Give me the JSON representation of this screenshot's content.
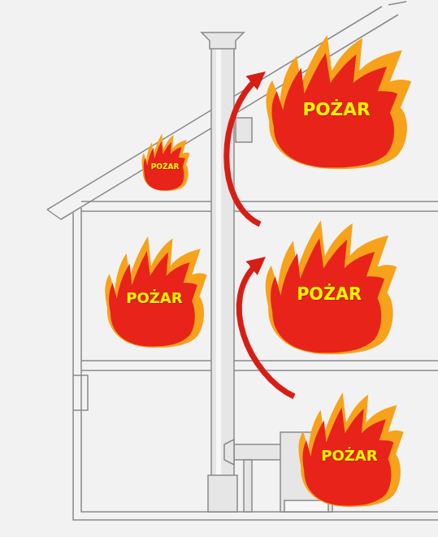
{
  "diagram": {
    "nodes": [
      {
        "text": [
          "POŻAR"
        ]
      },
      {
        "text": [
          "POŻAR"
        ]
      },
      {
        "text": [
          "POŻAR"
        ]
      },
      {
        "text": [
          "POŻAR"
        ]
      },
      {
        "text": [
          "POŻAR"
        ]
      }
    ],
    "edges": [
      {
        "from": 4,
        "to": 3,
        "arrow": "to"
      },
      {
        "from": 3,
        "to": 0,
        "arrow": "to"
      }
    ]
  }
}
